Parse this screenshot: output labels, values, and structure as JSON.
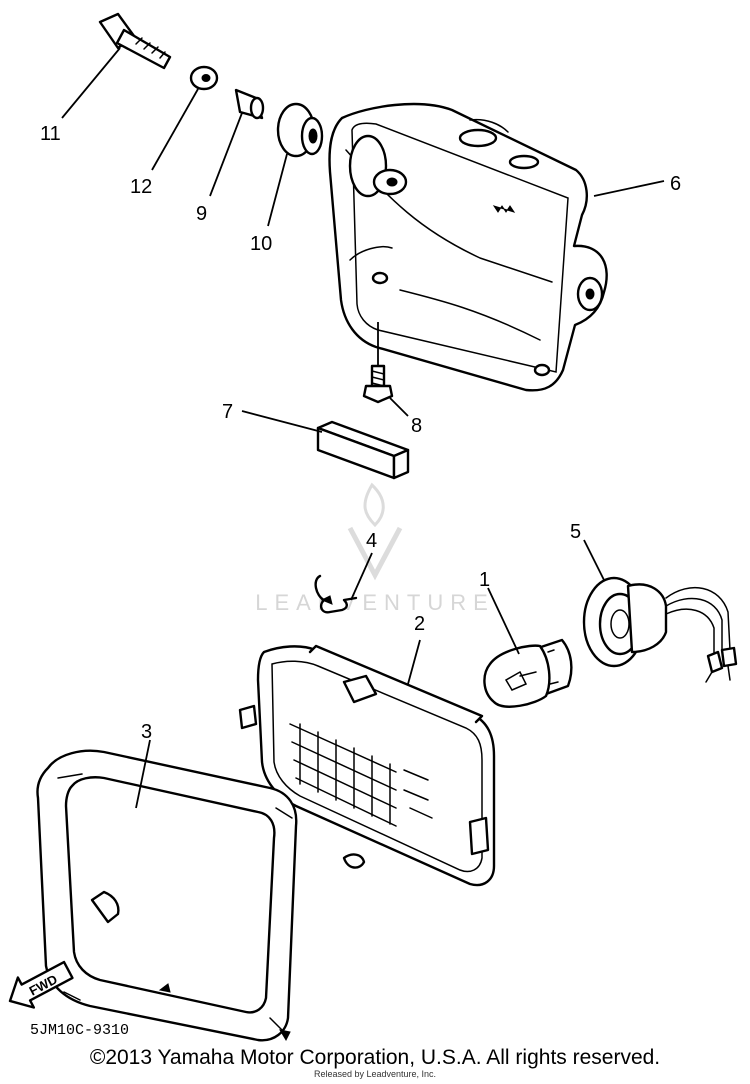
{
  "diagram": {
    "callouts": {
      "bulb": "1",
      "lens_unit": "2",
      "rim": "3",
      "spring": "4",
      "socket": "5",
      "housing": "6",
      "pad": "7",
      "screw": "8",
      "collar": "9",
      "grommet": "10",
      "bolt": "11",
      "washer": "12"
    },
    "fwd_label": "FWD",
    "drawing_code": "5JM10C-9310",
    "watermark": "LEADVENTURE"
  },
  "footer": {
    "copyright": "©2013 Yamaha Motor Corporation, U.S.A. All rights reserved.",
    "released": "Released by Leadventure, Inc."
  }
}
